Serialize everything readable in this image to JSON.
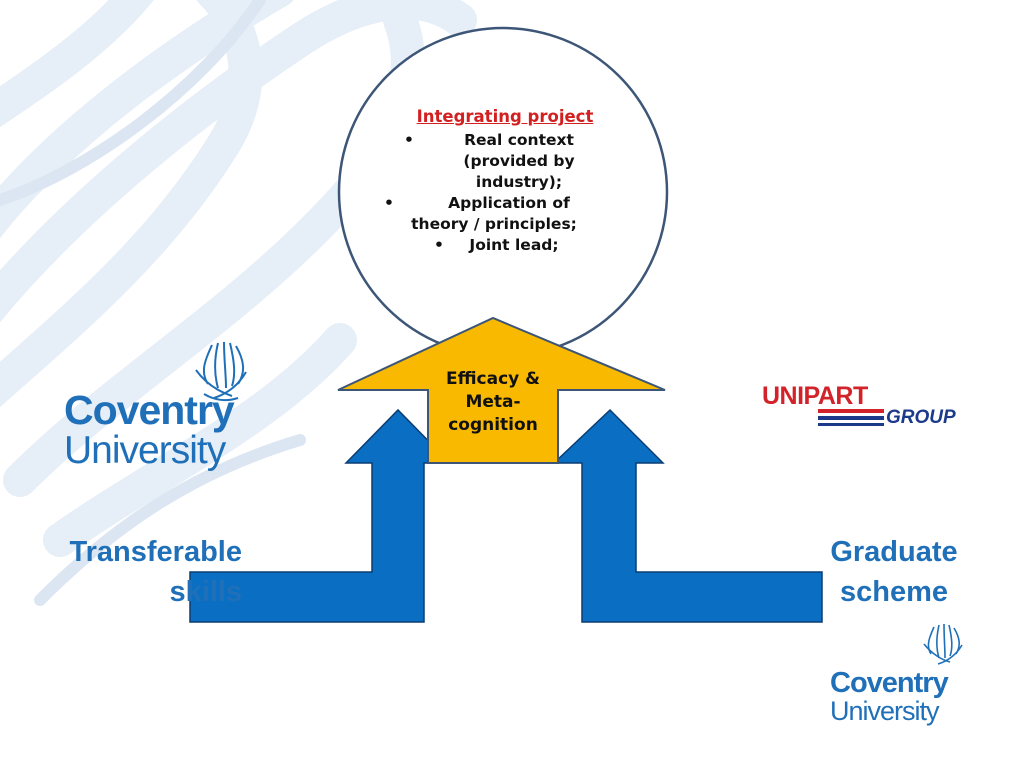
{
  "integrating_project": {
    "title": "Integrating project",
    "bullets": [
      {
        "lines": [
          "Real context",
          "(provided by",
          "industry);"
        ]
      },
      {
        "lines": [
          "Application of",
          "theory / principles;"
        ]
      },
      {
        "lines": [
          "Joint lead;"
        ]
      }
    ]
  },
  "central_arrow": {
    "lines": [
      "Efficacy &",
      "Meta-",
      "cognition"
    ]
  },
  "left_input": {
    "lines": [
      "Transferable",
      "skills"
    ]
  },
  "right_input": {
    "lines": [
      "Graduate",
      "scheme"
    ]
  },
  "logos": {
    "coventry_left": {
      "line1": "Coventry",
      "line2": "University"
    },
    "coventry_right": {
      "line1": "Coventry",
      "line2": "University"
    },
    "unipart": {
      "line1": "UNIPART",
      "line2": "GROUP"
    }
  },
  "colors": {
    "circle_stroke": "#3d5677",
    "arrow_yellow": "#f8b900",
    "arrow_blue": "#0a6fc2",
    "label_blue": "#1f70b8",
    "title_red": "#d21f1f",
    "unipart_red": "#d3232a",
    "unipart_blue": "#1b3a8a",
    "swirl": "#e6eef7"
  }
}
